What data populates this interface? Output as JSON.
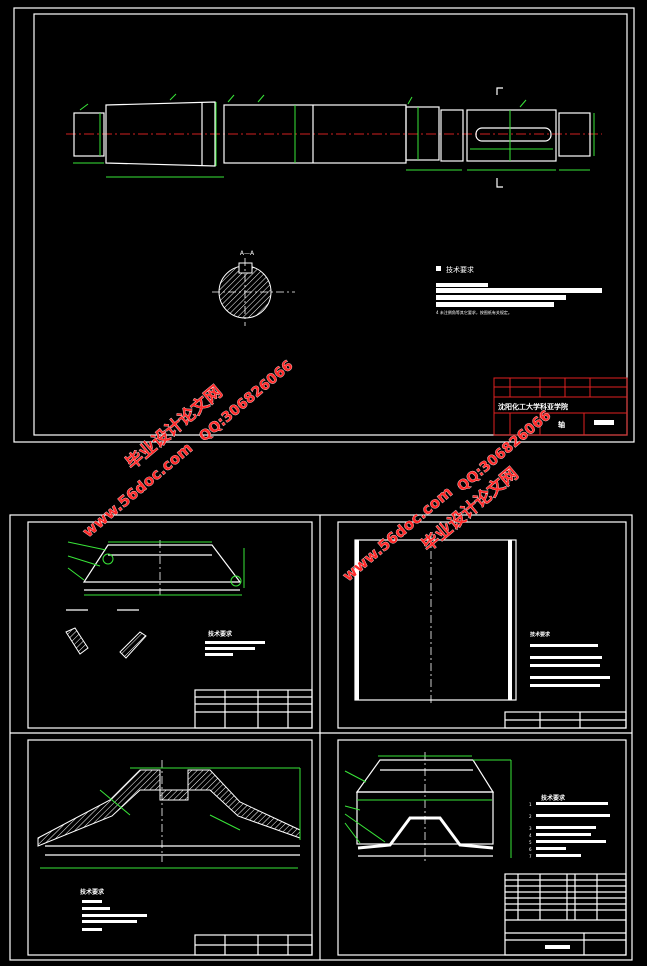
{
  "sheet_shaft": {
    "section_label": "A—A",
    "tech_req_title": "技术要求",
    "tech_req_note": "4 未注倒角等其它要求，按图纸有关规定。",
    "title_block": {
      "school": "沈阳化工大学科亚学院",
      "part_name": "轴"
    }
  },
  "sheet_cone": {
    "tech_req_title": "技术要求"
  },
  "sheet_cylinder": {
    "tech_req_title": "技术要求"
  },
  "sheet_bowl": {
    "tech_req_title": "技术要求"
  },
  "sheet_assembly": {
    "tech_req_title": "技术要求",
    "tech_req_items": [
      "1",
      "2",
      "3",
      "4",
      "5",
      "6",
      "7"
    ]
  },
  "watermarks": {
    "site_name": "毕业设计论文网",
    "url": "www.56doc.com",
    "qq": "QQ:306826066"
  },
  "colors": {
    "background": "#000000",
    "outline": "#ffffff",
    "dimension": "#39e639",
    "centerline": "#d02020",
    "watermark": "#ff2a2a"
  }
}
